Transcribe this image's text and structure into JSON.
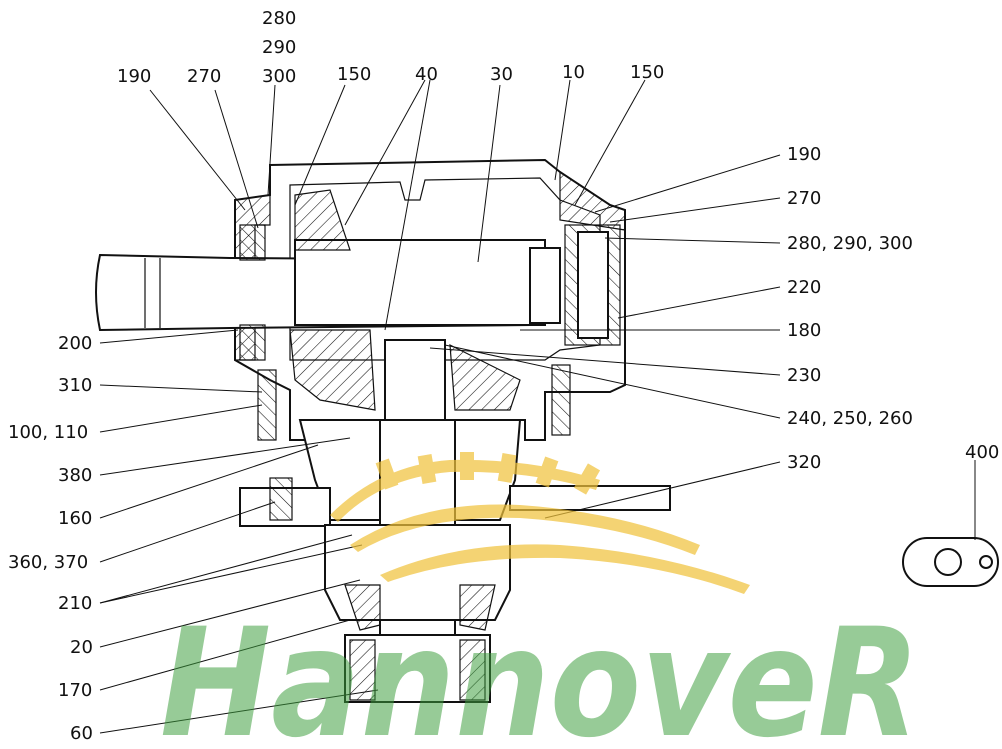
{
  "labels": [
    {
      "id": "l280a",
      "text": "280"
    },
    {
      "id": "l290a",
      "text": "290"
    },
    {
      "id": "l300a",
      "text": "300"
    },
    {
      "id": "l190a",
      "text": "190"
    },
    {
      "id": "l270a",
      "text": "270"
    },
    {
      "id": "l150a",
      "text": "150"
    },
    {
      "id": "l40",
      "text": "40"
    },
    {
      "id": "l30",
      "text": "30"
    },
    {
      "id": "l10",
      "text": "10"
    },
    {
      "id": "l150b",
      "text": "150"
    },
    {
      "id": "l190b",
      "text": "190"
    },
    {
      "id": "l270b",
      "text": "270"
    },
    {
      "id": "l280b",
      "text": "280, 290, 300"
    },
    {
      "id": "l220",
      "text": "220"
    },
    {
      "id": "l180",
      "text": "180"
    },
    {
      "id": "l230",
      "text": "230"
    },
    {
      "id": "l240",
      "text": "240, 250, 260"
    },
    {
      "id": "l320",
      "text": "320"
    },
    {
      "id": "l400",
      "text": "400"
    },
    {
      "id": "l200",
      "text": "200"
    },
    {
      "id": "l310",
      "text": "310"
    },
    {
      "id": "l100",
      "text": "100, 110"
    },
    {
      "id": "l380",
      "text": "380"
    },
    {
      "id": "l160",
      "text": "160"
    },
    {
      "id": "l360",
      "text": "360, 370"
    },
    {
      "id": "l210",
      "text": "210"
    },
    {
      "id": "l20",
      "text": "20"
    },
    {
      "id": "l170",
      "text": "170"
    },
    {
      "id": "l60",
      "text": "60"
    }
  ],
  "watermark": {
    "text": "HannoveR",
    "green": "#3f9f3f",
    "gold": "#f0c23c"
  }
}
